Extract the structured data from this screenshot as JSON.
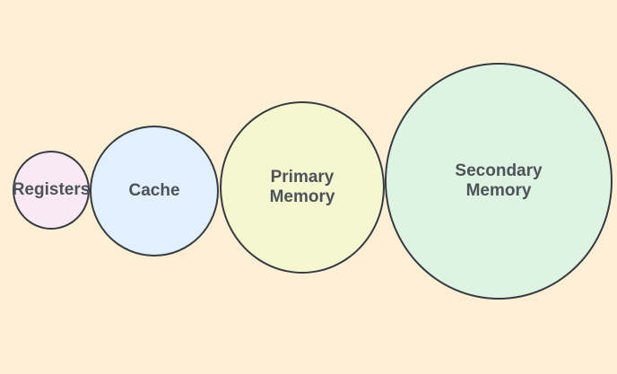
{
  "diagram": {
    "description": "Memory hierarchy diagram with four tangent circles of increasing size",
    "background_color": "#fcefd6",
    "stroke_color": "#363b41",
    "text_color": "#4d5359",
    "circles": [
      {
        "id": "registers",
        "label_lines": [
          "Registers"
        ],
        "fill": "#f9e9f7"
      },
      {
        "id": "cache",
        "label_lines": [
          "Cache"
        ],
        "fill": "#e2effd"
      },
      {
        "id": "primary-memory",
        "label_lines": [
          "Primary",
          "Memory"
        ],
        "fill": "#f5f7d0"
      },
      {
        "id": "secondary-memory",
        "label_lines": [
          "Secondary",
          "Memory"
        ],
        "fill": "#def3e2"
      }
    ]
  }
}
